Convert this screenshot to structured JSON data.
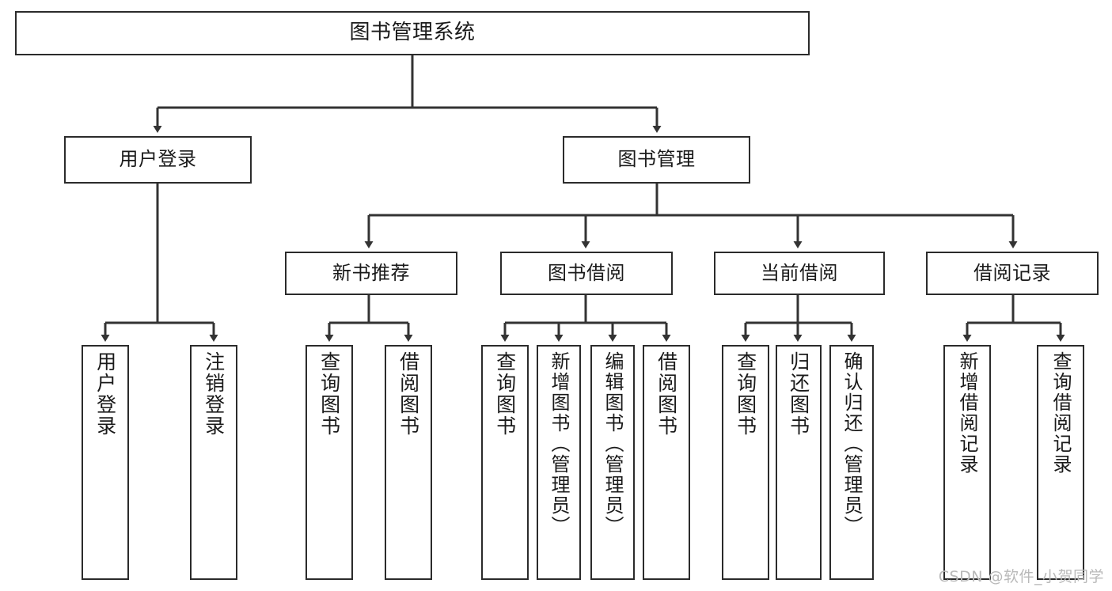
{
  "diagram": {
    "title": "图书管理系统",
    "type": "tree-hierarchy-flowchart",
    "watermark": "CSDN @软件_小贺同学",
    "colors": {
      "box_border": "#2b2b2b",
      "box_fill": "#ffffff",
      "connector": "#333333",
      "text": "#1a1a1a",
      "watermark": "#b9b9b9",
      "background": "#ffffff"
    },
    "root": {
      "label": "图书管理系统"
    },
    "level2": [
      {
        "label": "用户登录"
      },
      {
        "label": "图书管理"
      }
    ],
    "level3": [
      {
        "label": "新书推荐"
      },
      {
        "label": "图书借阅"
      },
      {
        "label": "当前借阅"
      },
      {
        "label": "借阅记录"
      }
    ],
    "leaves": {
      "user_login": [
        {
          "label": "用户登录"
        },
        {
          "label": "注销登录"
        }
      ],
      "new_book_recommend": [
        {
          "label": "查询图书"
        },
        {
          "label": "借阅图书"
        }
      ],
      "book_borrow": [
        {
          "label": "查询图书"
        },
        {
          "label": "新增图书（管理员）"
        },
        {
          "label": "编辑图书（管理员）"
        },
        {
          "label": "借阅图书"
        }
      ],
      "current_borrow": [
        {
          "label": "查询图书"
        },
        {
          "label": "归还图书"
        },
        {
          "label": "确认归还（管理员）"
        }
      ],
      "borrow_record": [
        {
          "label": "新增借阅记录"
        },
        {
          "label": "查询借阅记录"
        }
      ]
    }
  }
}
